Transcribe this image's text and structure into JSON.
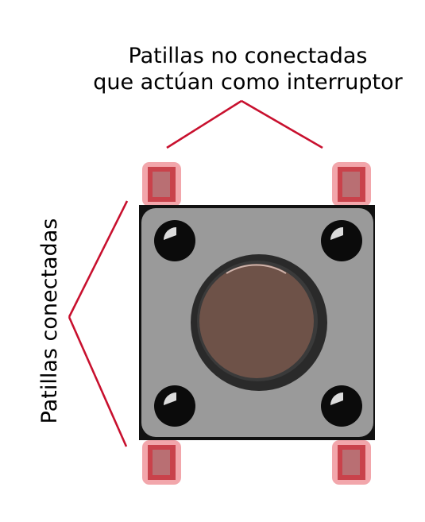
{
  "labels": {
    "top_line_1": "Patillas no conectadas",
    "top_line_2": "que actúan como interruptor",
    "side": "Patillas conectadas"
  },
  "colors": {
    "leader_line": "#c8102e",
    "pin_halo": "#f2a6ab",
    "pin_fill": "#c9424b",
    "pin_inner": "#b96f73",
    "body": "#9a9a9a",
    "body_edge": "#111111",
    "mount_hole": "#0b0b0b",
    "button_ring": "#2a2a2a",
    "button_cap": "#6e5248"
  }
}
